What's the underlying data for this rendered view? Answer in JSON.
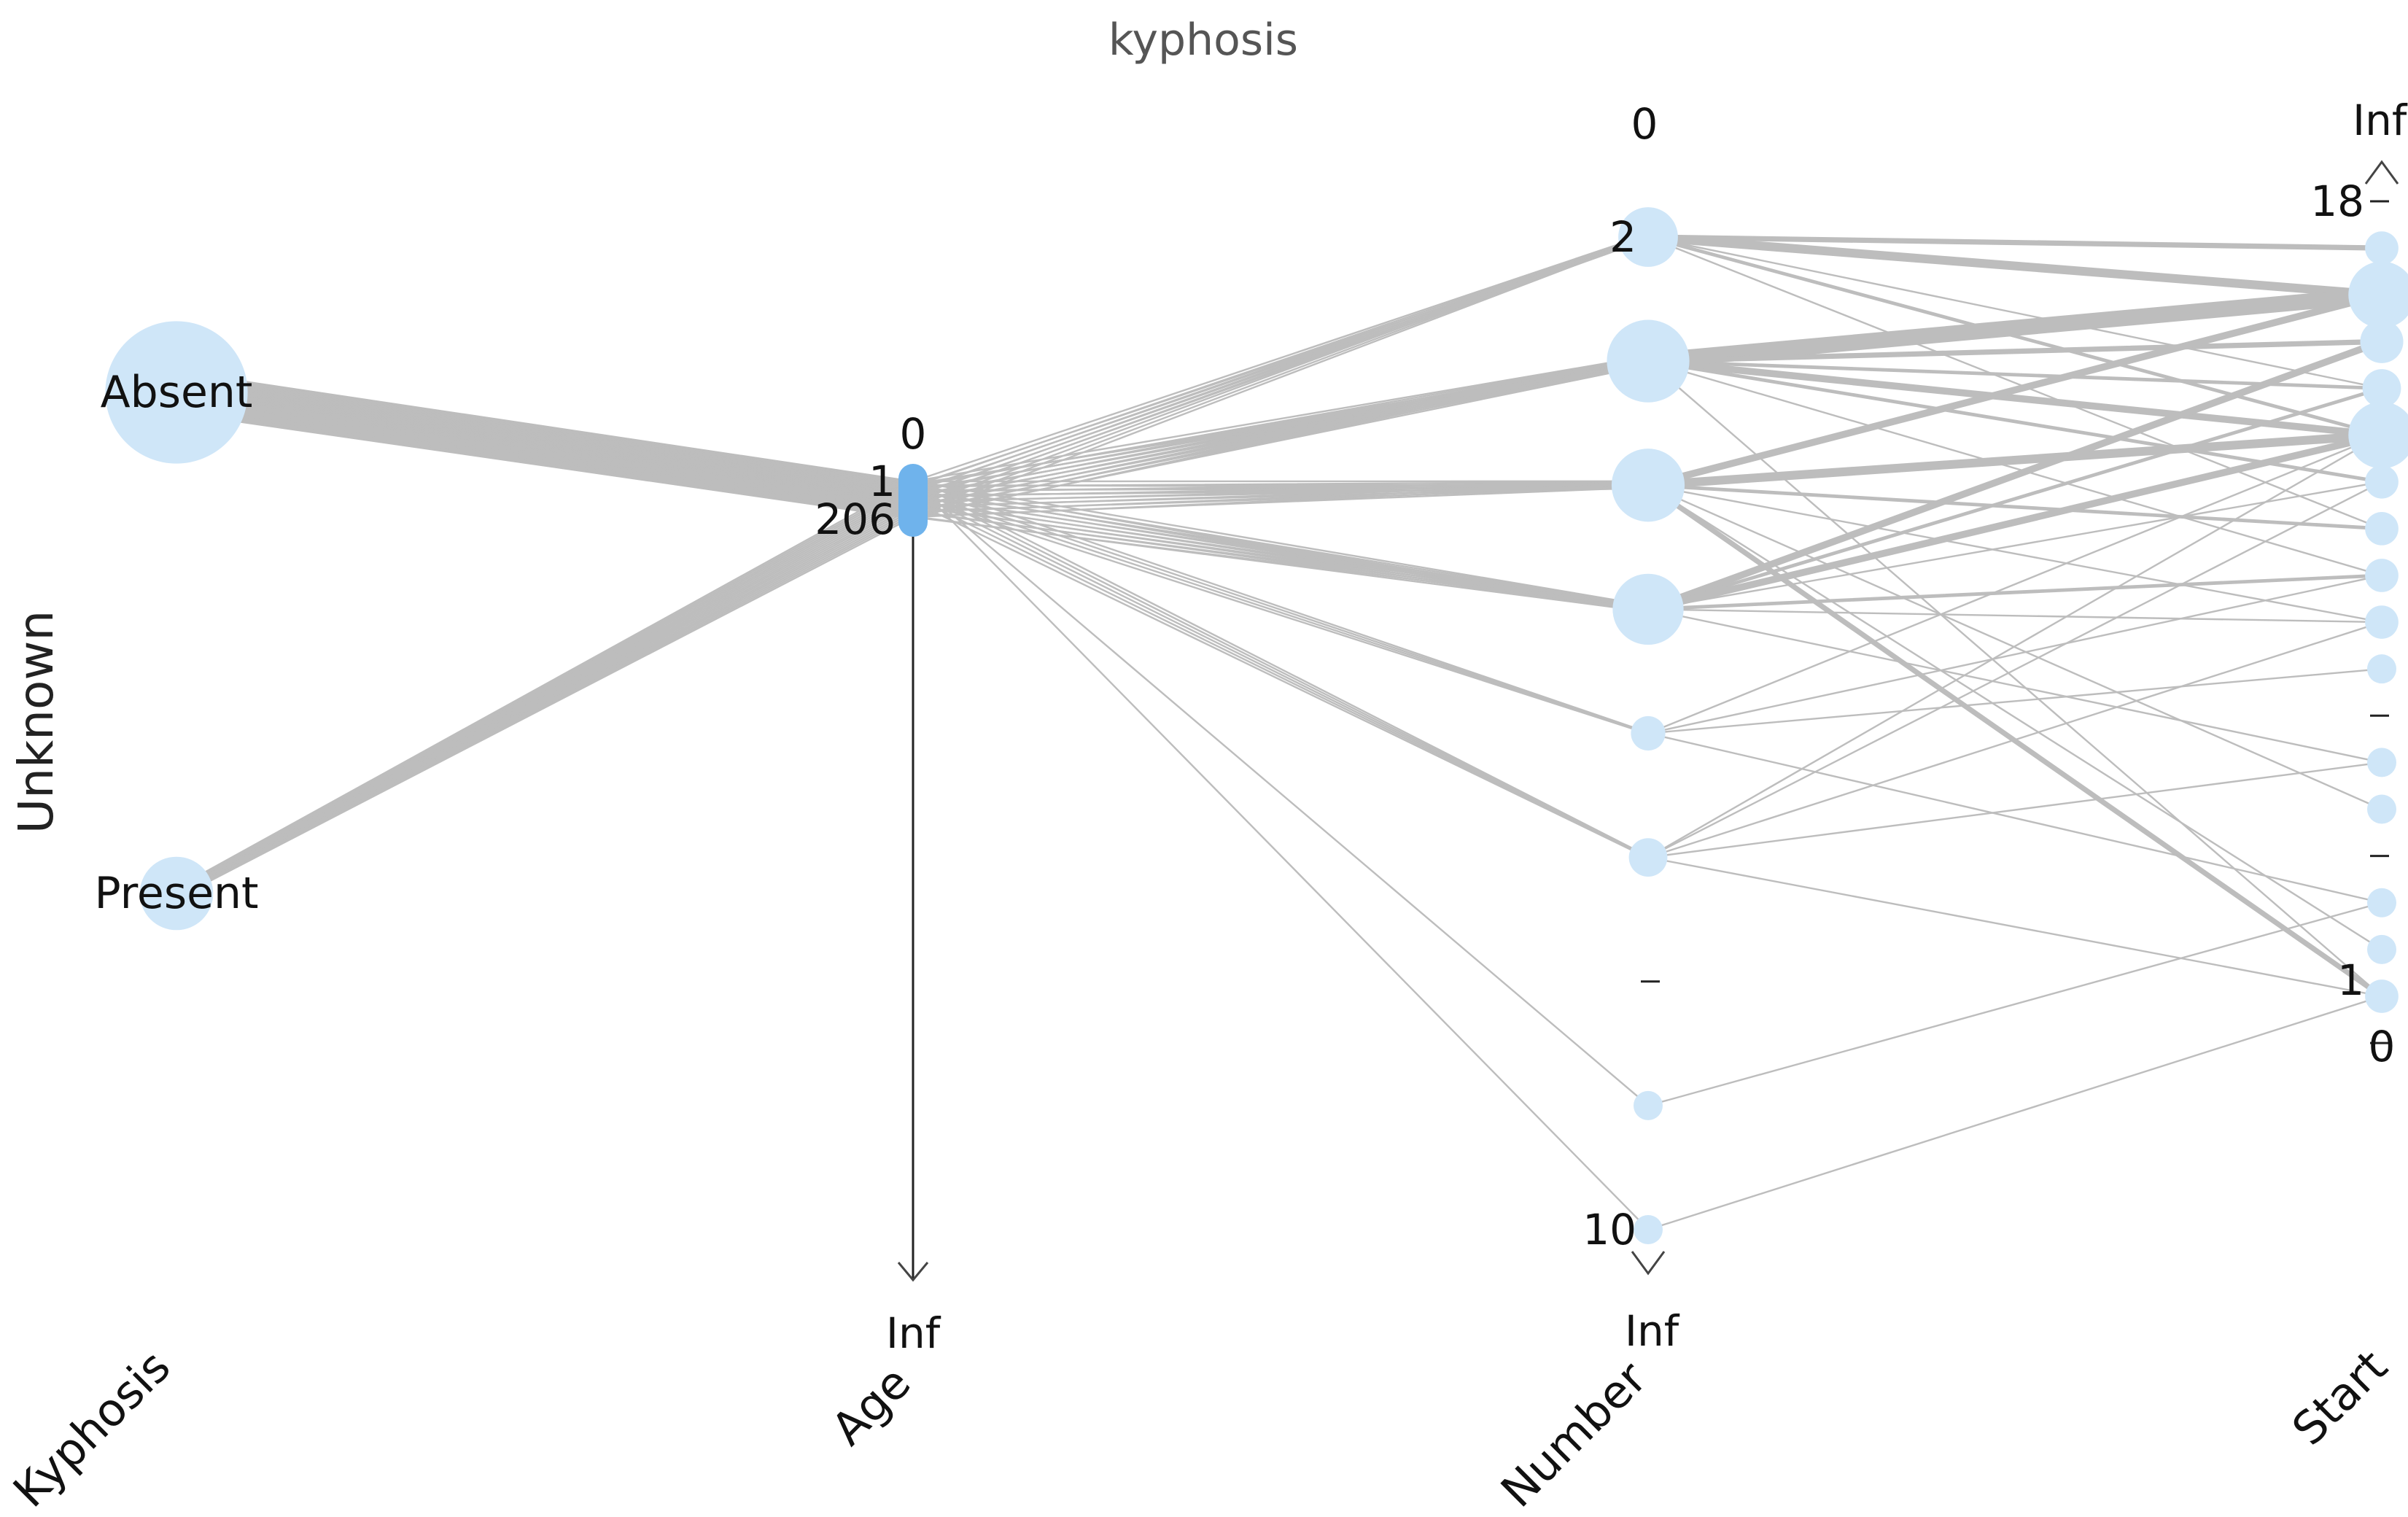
{
  "chart_data": {
    "type": "parallel-coordinates",
    "title": "kyphosis",
    "unknown_label": "Unknown",
    "colors": {
      "lines": "#bdbdbd",
      "node_fill": "#cfe6f8",
      "node_active": "#6fb3ec",
      "axis": "#222222"
    },
    "axes": [
      {
        "key": "kyphosis",
        "name": "Kyphosis",
        "kind": "categorical",
        "categories": [
          {
            "label": "Absent",
            "count": 64
          },
          {
            "label": "Present",
            "count": 17
          }
        ]
      },
      {
        "key": "age",
        "name": "Age",
        "kind": "numeric",
        "range": [
          1,
          206
        ],
        "range_labels": [
          "1",
          "206"
        ],
        "top_label": "0",
        "bottom_label": "Inf"
      },
      {
        "key": "number",
        "name": "Number",
        "kind": "numeric",
        "range": [
          2,
          10
        ],
        "range_labels": [
          "2",
          "10"
        ],
        "top_label": "0",
        "bottom_label": "Inf",
        "counts": [
          {
            "value": 2,
            "count": 12
          },
          {
            "value": 3,
            "count": 23
          },
          {
            "value": 4,
            "count": 18
          },
          {
            "value": 5,
            "count": 17
          },
          {
            "value": 6,
            "count": 4
          },
          {
            "value": 7,
            "count": 5
          },
          {
            "value": 8,
            "count": 0
          },
          {
            "value": 9,
            "count": 1
          },
          {
            "value": 10,
            "count": 1
          }
        ]
      },
      {
        "key": "start",
        "name": "Start",
        "kind": "numeric",
        "range": [
          1,
          18
        ],
        "range_labels": [
          "1",
          "18"
        ],
        "top_label": "Inf",
        "bottom_label": "0",
        "counts": [
          {
            "value": 18,
            "count": 0
          },
          {
            "value": 17,
            "count": 3
          },
          {
            "value": 16,
            "count": 12
          },
          {
            "value": 15,
            "count": 5
          },
          {
            "value": 14,
            "count": 4
          },
          {
            "value": 13,
            "count": 12
          },
          {
            "value": 12,
            "count": 3
          },
          {
            "value": 11,
            "count": 3
          },
          {
            "value": 10,
            "count": 3
          },
          {
            "value": 9,
            "count": 3
          },
          {
            "value": 8,
            "count": 1
          },
          {
            "value": 7,
            "count": 0
          },
          {
            "value": 6,
            "count": 2
          },
          {
            "value": 5,
            "count": 1
          },
          {
            "value": 4,
            "count": 0
          },
          {
            "value": 3,
            "count": 1
          },
          {
            "value": 2,
            "count": 1
          },
          {
            "value": 1,
            "count": 3
          },
          {
            "value": 0,
            "count": 0
          }
        ]
      }
    ],
    "links": {
      "kyphosis_age": [
        {
          "from": "Absent",
          "count": 64
        },
        {
          "from": "Present",
          "count": 17
        }
      ],
      "age_number": [
        {
          "number": 2,
          "count": 12
        },
        {
          "number": 3,
          "count": 23
        },
        {
          "number": 4,
          "count": 18
        },
        {
          "number": 5,
          "count": 17
        },
        {
          "number": 6,
          "count": 4
        },
        {
          "number": 7,
          "count": 5
        },
        {
          "number": 9,
          "count": 1
        },
        {
          "number": 10,
          "count": 1
        }
      ],
      "number_start": [
        {
          "number": 2,
          "start": 17,
          "count": 3
        },
        {
          "number": 2,
          "start": 16,
          "count": 5
        },
        {
          "number": 2,
          "start": 13,
          "count": 2
        },
        {
          "number": 2,
          "start": 14,
          "count": 1
        },
        {
          "number": 2,
          "start": 11,
          "count": 1
        },
        {
          "number": 3,
          "start": 16,
          "count": 10
        },
        {
          "number": 3,
          "start": 15,
          "count": 3
        },
        {
          "number": 3,
          "start": 14,
          "count": 2
        },
        {
          "number": 3,
          "start": 13,
          "count": 4
        },
        {
          "number": 3,
          "start": 12,
          "count": 2
        },
        {
          "number": 3,
          "start": 10,
          "count": 1
        },
        {
          "number": 3,
          "start": 1,
          "count": 1
        },
        {
          "number": 4,
          "start": 16,
          "count": 4
        },
        {
          "number": 4,
          "start": 13,
          "count": 5
        },
        {
          "number": 4,
          "start": 11,
          "count": 2
        },
        {
          "number": 4,
          "start": 9,
          "count": 1
        },
        {
          "number": 4,
          "start": 5,
          "count": 1
        },
        {
          "number": 4,
          "start": 1,
          "count": 3
        },
        {
          "number": 4,
          "start": 2,
          "count": 1
        },
        {
          "number": 5,
          "start": 15,
          "count": 4
        },
        {
          "number": 5,
          "start": 14,
          "count": 2
        },
        {
          "number": 5,
          "start": 13,
          "count": 4
        },
        {
          "number": 5,
          "start": 12,
          "count": 1
        },
        {
          "number": 5,
          "start": 10,
          "count": 2
        },
        {
          "number": 5,
          "start": 9,
          "count": 1
        },
        {
          "number": 5,
          "start": 6,
          "count": 1
        },
        {
          "number": 6,
          "start": 13,
          "count": 1
        },
        {
          "number": 6,
          "start": 10,
          "count": 1
        },
        {
          "number": 6,
          "start": 8,
          "count": 1
        },
        {
          "number": 6,
          "start": 3,
          "count": 1
        },
        {
          "number": 7,
          "start": 13,
          "count": 1
        },
        {
          "number": 7,
          "start": 12,
          "count": 1
        },
        {
          "number": 7,
          "start": 9,
          "count": 1
        },
        {
          "number": 7,
          "start": 6,
          "count": 1
        },
        {
          "number": 7,
          "start": 1,
          "count": 1
        },
        {
          "number": 9,
          "start": 3,
          "count": 1
        },
        {
          "number": 10,
          "start": 1,
          "count": 1
        }
      ]
    }
  }
}
